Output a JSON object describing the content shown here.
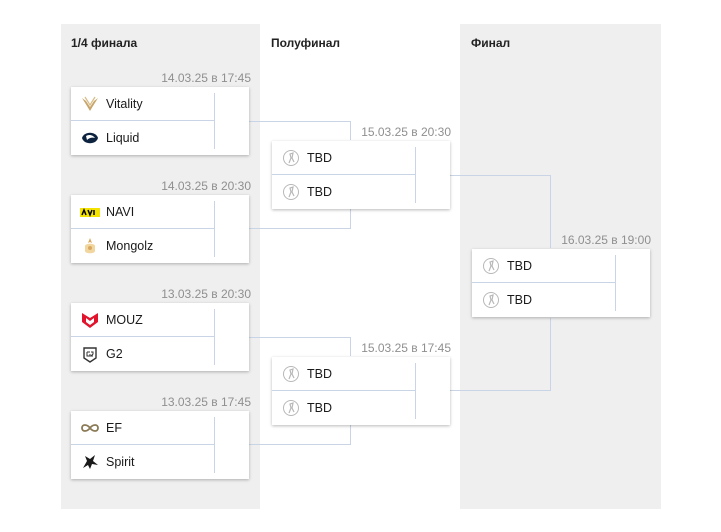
{
  "columns": [
    {
      "title": "1/4 финала"
    },
    {
      "title": "Полуфинал"
    },
    {
      "title": "Финал"
    }
  ],
  "quarterfinals": [
    {
      "date": "14.03.25 в 17:45",
      "team1": {
        "name": "Vitality",
        "icon": "vitality-logo"
      },
      "team2": {
        "name": "Liquid",
        "icon": "liquid-logo"
      }
    },
    {
      "date": "14.03.25 в 20:30",
      "team1": {
        "name": "NAVI",
        "icon": "navi-logo"
      },
      "team2": {
        "name": "Mongolz",
        "icon": "mongolz-logo"
      }
    },
    {
      "date": "13.03.25 в 20:30",
      "team1": {
        "name": "MOUZ",
        "icon": "mouz-logo"
      },
      "team2": {
        "name": "G2",
        "icon": "g2-logo"
      }
    },
    {
      "date": "13.03.25 в 17:45",
      "team1": {
        "name": "EF",
        "icon": "ef-logo"
      },
      "team2": {
        "name": "Spirit",
        "icon": "spirit-logo"
      }
    }
  ],
  "semifinals": [
    {
      "date": "15.03.25 в 20:30",
      "team1": {
        "name": "TBD",
        "icon": "tbd-icon"
      },
      "team2": {
        "name": "TBD",
        "icon": "tbd-icon"
      }
    },
    {
      "date": "15.03.25 в 17:45",
      "team1": {
        "name": "TBD",
        "icon": "tbd-icon"
      },
      "team2": {
        "name": "TBD",
        "icon": "tbd-icon"
      }
    }
  ],
  "final": {
    "date": "16.03.25 в 19:00",
    "team1": {
      "name": "TBD",
      "icon": "tbd-icon"
    },
    "team2": {
      "name": "TBD",
      "icon": "tbd-icon"
    }
  },
  "colors": {
    "connector": "#c9d5e6",
    "column_bg": "#efefef",
    "date": "#8f8f8f"
  }
}
